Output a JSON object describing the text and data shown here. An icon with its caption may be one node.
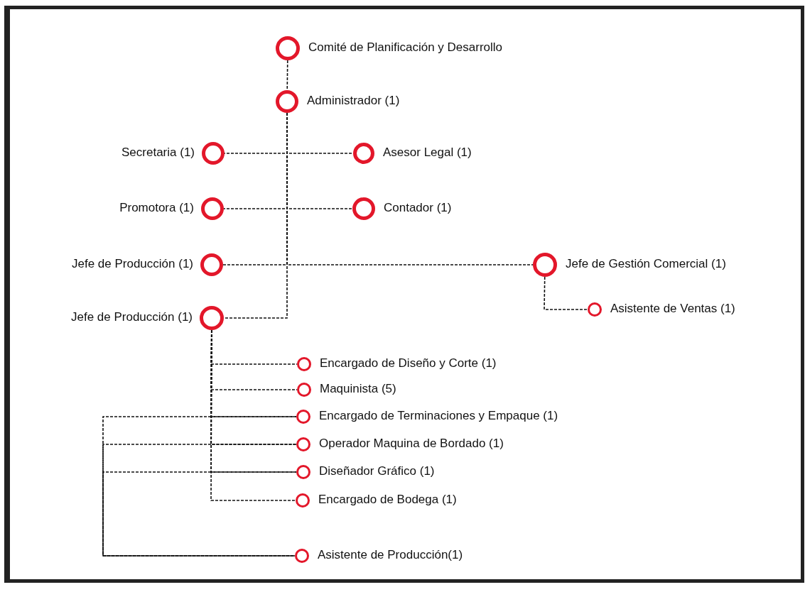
{
  "diagram": {
    "nodes": [
      {
        "text": [],
        "shape": "circle",
        "beside": [
          "Comité de Planificación y Desarrollo"
        ]
      },
      {
        "text": [],
        "shape": "circle",
        "beside": [
          "Administrador (1)"
        ]
      },
      {
        "text": [],
        "shape": "circle",
        "beside": [
          "Secretaria (1)"
        ]
      },
      {
        "text": [],
        "shape": "circle",
        "beside": [
          "Asesor Legal (1)"
        ]
      },
      {
        "text": [],
        "shape": "circle",
        "beside": [
          "Promotora (1)"
        ]
      },
      {
        "text": [],
        "shape": "circle",
        "beside": [
          "Contador (1)"
        ]
      },
      {
        "text": [],
        "shape": "circle",
        "beside": [
          "Jefe de Producción (1)"
        ]
      },
      {
        "text": [],
        "shape": "circle",
        "beside": [
          "Jefe de Gestión Comercial (1)"
        ]
      },
      {
        "text": [],
        "shape": "circle",
        "beside": [
          "Jefe de Producción (1)"
        ]
      },
      {
        "text": [],
        "shape": "circle",
        "beside": [
          "Asistente de Ventas (1)"
        ]
      },
      {
        "text": [],
        "shape": "circle",
        "beside": [
          "Encargado de Diseño y Corte (1)"
        ]
      },
      {
        "text": [],
        "shape": "circle",
        "beside": [
          "Maquinista (5)"
        ]
      },
      {
        "text": [],
        "shape": "circle",
        "beside": [
          "Encargado de Terminaciones y Empaque (1)"
        ]
      },
      {
        "text": [],
        "shape": "circle",
        "beside": [
          "Operador Maquina de Bordado (1)"
        ]
      },
      {
        "text": [],
        "shape": "circle",
        "beside": [
          "Diseñador Gráfico (1)"
        ]
      },
      {
        "text": [],
        "shape": "circle",
        "beside": [
          "Encargado de Bodega (1)"
        ]
      },
      {
        "text": [],
        "shape": "circle",
        "beside": [
          "Asistente de Producción(1)"
        ]
      }
    ],
    "edges": [
      {
        "from": 0,
        "to": 1,
        "arrow": "none",
        "style": "dashed"
      },
      {
        "from": 1,
        "to": 2,
        "arrow": "none",
        "style": "dashed"
      },
      {
        "from": 1,
        "to": 3,
        "arrow": "none",
        "style": "dashed"
      },
      {
        "from": 1,
        "to": 4,
        "arrow": "none",
        "style": "dashed"
      },
      {
        "from": 1,
        "to": 5,
        "arrow": "none",
        "style": "dashed"
      },
      {
        "from": 1,
        "to": 6,
        "arrow": "none",
        "style": "dashed"
      },
      {
        "from": 1,
        "to": 7,
        "arrow": "none",
        "style": "dashed"
      },
      {
        "from": 1,
        "to": 8,
        "arrow": "none",
        "style": "dashed"
      },
      {
        "from": 7,
        "to": 9,
        "arrow": "none",
        "style": "dashed"
      },
      {
        "from": 8,
        "to": 10,
        "arrow": "none",
        "style": "dashed"
      },
      {
        "from": 8,
        "to": 11,
        "arrow": "none",
        "style": "dashed"
      },
      {
        "from": 8,
        "to": 12,
        "arrow": "none",
        "style": "dashed"
      },
      {
        "from": 8,
        "to": 13,
        "arrow": "none",
        "style": "dashed"
      },
      {
        "from": 8,
        "to": 14,
        "arrow": "none",
        "style": "dashed"
      },
      {
        "from": 8,
        "to": 15,
        "arrow": "none",
        "style": "dashed"
      },
      {
        "from": 12,
        "to": 16,
        "arrow": "none",
        "style": "dashed"
      },
      {
        "from": 13,
        "to": 16,
        "arrow": "none",
        "style": "dashed"
      },
      {
        "from": 14,
        "to": 16,
        "arrow": "none",
        "style": "dashed"
      }
    ]
  }
}
